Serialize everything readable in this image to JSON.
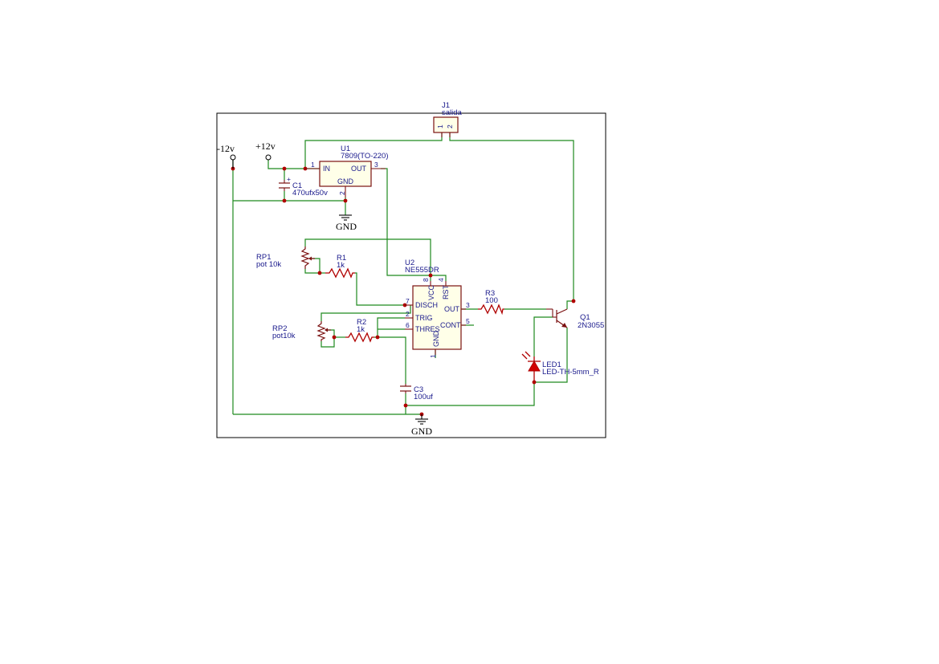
{
  "sheet": {
    "frame_color": "#000000",
    "wire_color": "#1f8a1f",
    "body_color": "#7a1010",
    "text_color": "#1a1a8c",
    "junction_color": "#b00000"
  },
  "power": {
    "neg12": "-12v",
    "pos12": "+12v",
    "gnd_top": "GND",
    "gnd_bottom": "GND"
  },
  "components": {
    "j1": {
      "ref": "J1",
      "value": "salida",
      "pin1": "1",
      "pin2": "2"
    },
    "u1": {
      "ref": "U1",
      "value": "7809(TO-220)",
      "pin_in": "IN",
      "pin_out": "OUT",
      "pin_gnd": "GND",
      "num_in": "1",
      "num_out": "3",
      "num_gnd": "2"
    },
    "c1": {
      "ref": "C1",
      "value": "470ufx50v",
      "plus": "+"
    },
    "rp1": {
      "ref": "RP1",
      "value": "pot 10k"
    },
    "r1": {
      "ref": "R1",
      "value": "1k"
    },
    "u2": {
      "ref": "U2",
      "value": "NE555DR",
      "pin_vcc": "VCC",
      "pin_rst": "RST",
      "pin_disch": "DISCH",
      "pin_trig": "TRIG",
      "pin_thres": "THRES",
      "pin_gnd": "GND",
      "pin_out": "OUT",
      "pin_cont": "CONT",
      "n8": "8",
      "n4": "4",
      "n7": "7",
      "n2": "2",
      "n6": "6",
      "n1": "1",
      "n3": "3",
      "n5": "5"
    },
    "r3": {
      "ref": "R3",
      "value": "100"
    },
    "q1": {
      "ref": "Q1",
      "value": "2N3055"
    },
    "rp2": {
      "ref": "RP2",
      "value": "pot10k"
    },
    "r2": {
      "ref": "R2",
      "value": "1k"
    },
    "led1": {
      "ref": "LED1",
      "value": "LED-TH-5mm_R"
    },
    "c3": {
      "ref": "C3",
      "value": "100uf"
    }
  }
}
